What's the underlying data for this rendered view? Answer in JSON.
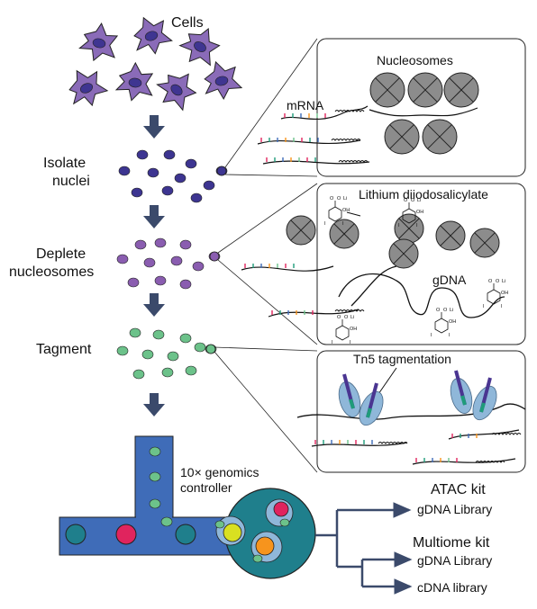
{
  "labels": {
    "cells": "Cells",
    "isolate_1": "Isolate",
    "isolate_2": "nuclei",
    "deplete_1": "Deplete",
    "deplete_2": "nucleosomes",
    "tagment": "Tagment",
    "mrna": "mRNA",
    "nucleosomes": "Nucleosomes",
    "lithium": "Lithium diiodosalicylate",
    "gdna": "gDNA",
    "tn5": "Tn5 tagmentation",
    "controller_1": "10× genomics",
    "controller_2": "controller",
    "atac_kit": "ATAC kit",
    "atac_gdna": "gDNA Library",
    "multiome_kit": "Multiome kit",
    "multiome_gdna": "gDNA Library",
    "multiome_cdna": "cDNA library"
  },
  "chemical": {
    "carboxylate": "O",
    "lithium_ion": "Li",
    "hydroxyl": "OH",
    "iodine": "I"
  },
  "colors": {
    "cell": "#8a6bb8",
    "cell_nucleus": "#3f3591",
    "nucleus": "#3d3591",
    "depleted_nucleus": "#8a5db0",
    "tagmented_nucleus": "#6cc28a",
    "arrow": "#3b4a6b",
    "chip": "#3f6cb8",
    "droplet": "#1f7f8c",
    "bead_red": "#e0245e",
    "bead_yellow": "#d9e021",
    "bead_orange": "#f7941d",
    "nucleosome": "#8c8c8c",
    "tn5": "#8fb7d9",
    "tn5_rod": "#4a3591"
  }
}
